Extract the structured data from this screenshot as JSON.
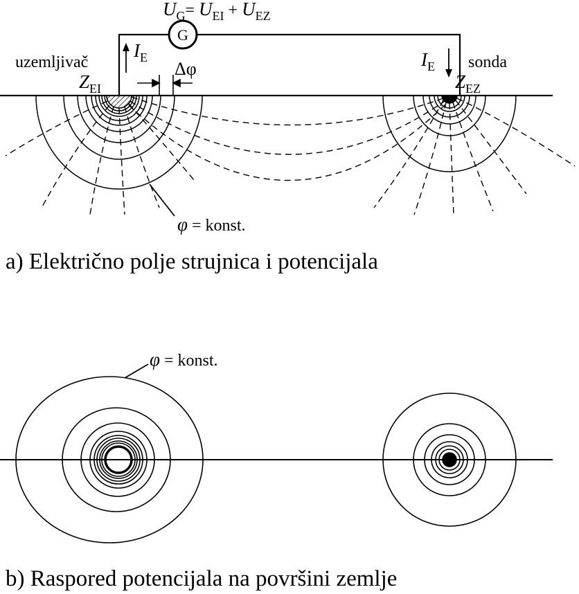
{
  "labels": {
    "formula_U": "U",
    "formula_U_sub": "G",
    "formula_eq": "= ",
    "formula_UEI": "U",
    "formula_UEI_sub": "EI",
    "formula_plus": " + ",
    "formula_UEZ": "U",
    "formula_UEZ_sub": "EZ",
    "generator": "G",
    "uzemljivac": "uzemljivač",
    "sonda": "sonda",
    "current_left": "I",
    "current_left_sub": "E",
    "current_right": "I",
    "current_right_sub": "E",
    "z_left": "Z",
    "z_left_sub": "EI",
    "z_right": "Z",
    "z_right_sub": "EZ",
    "delta_phi": "Δφ",
    "phi_top": "φ",
    "phi_top_eq": " = ",
    "phi_top_konst": "konst.",
    "phi_bottom": "φ",
    "phi_bottom_eq": " = ",
    "phi_bottom_konst": "konst."
  },
  "captions": {
    "a": "a) Električno polje strujnica i potencijala",
    "b": "b) Raspored potencijala na površini zemlje"
  }
}
